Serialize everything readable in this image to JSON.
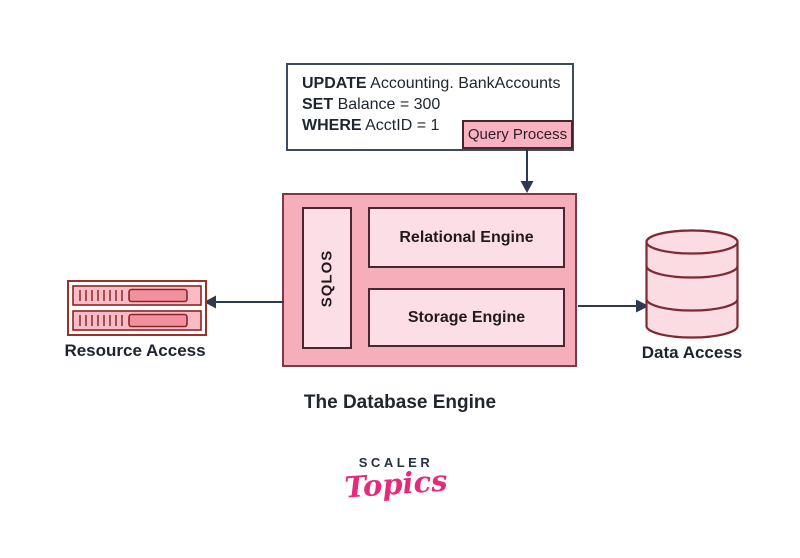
{
  "query_box": {
    "lines": [
      {
        "keyword": "UPDATE",
        "text": "Accounting. BankAccounts"
      },
      {
        "keyword": "SET",
        "text": "Balance = 300"
      },
      {
        "keyword": "WHERE",
        "text": "AcctID = 1"
      }
    ],
    "tag_label": "Query Process"
  },
  "engine": {
    "sqlos_label": "SQLOS",
    "relational_label": "Relational Engine",
    "storage_label": "Storage Engine",
    "caption": "The Database Engine"
  },
  "resource_access": {
    "label": "Resource Access"
  },
  "data_access": {
    "label": "Data Access"
  },
  "logo": {
    "brand": "SCALER",
    "sub": "Topics"
  },
  "colors": {
    "engine_fill": "#f7aebb",
    "engine_border": "#7d3a44",
    "inner_fill": "#fcdfe6",
    "inner_border": "#4c262e",
    "tag_fill": "#f9b3c0",
    "query_border": "#3d4b5c",
    "arrow_navy": "#2b3a50",
    "server_red": "#9b312b",
    "cylinder_fill": "#fbdce2",
    "cylinder_border": "#7e2a32",
    "logo_navy": "#27303f",
    "logo_pink": "#e62a7b"
  }
}
